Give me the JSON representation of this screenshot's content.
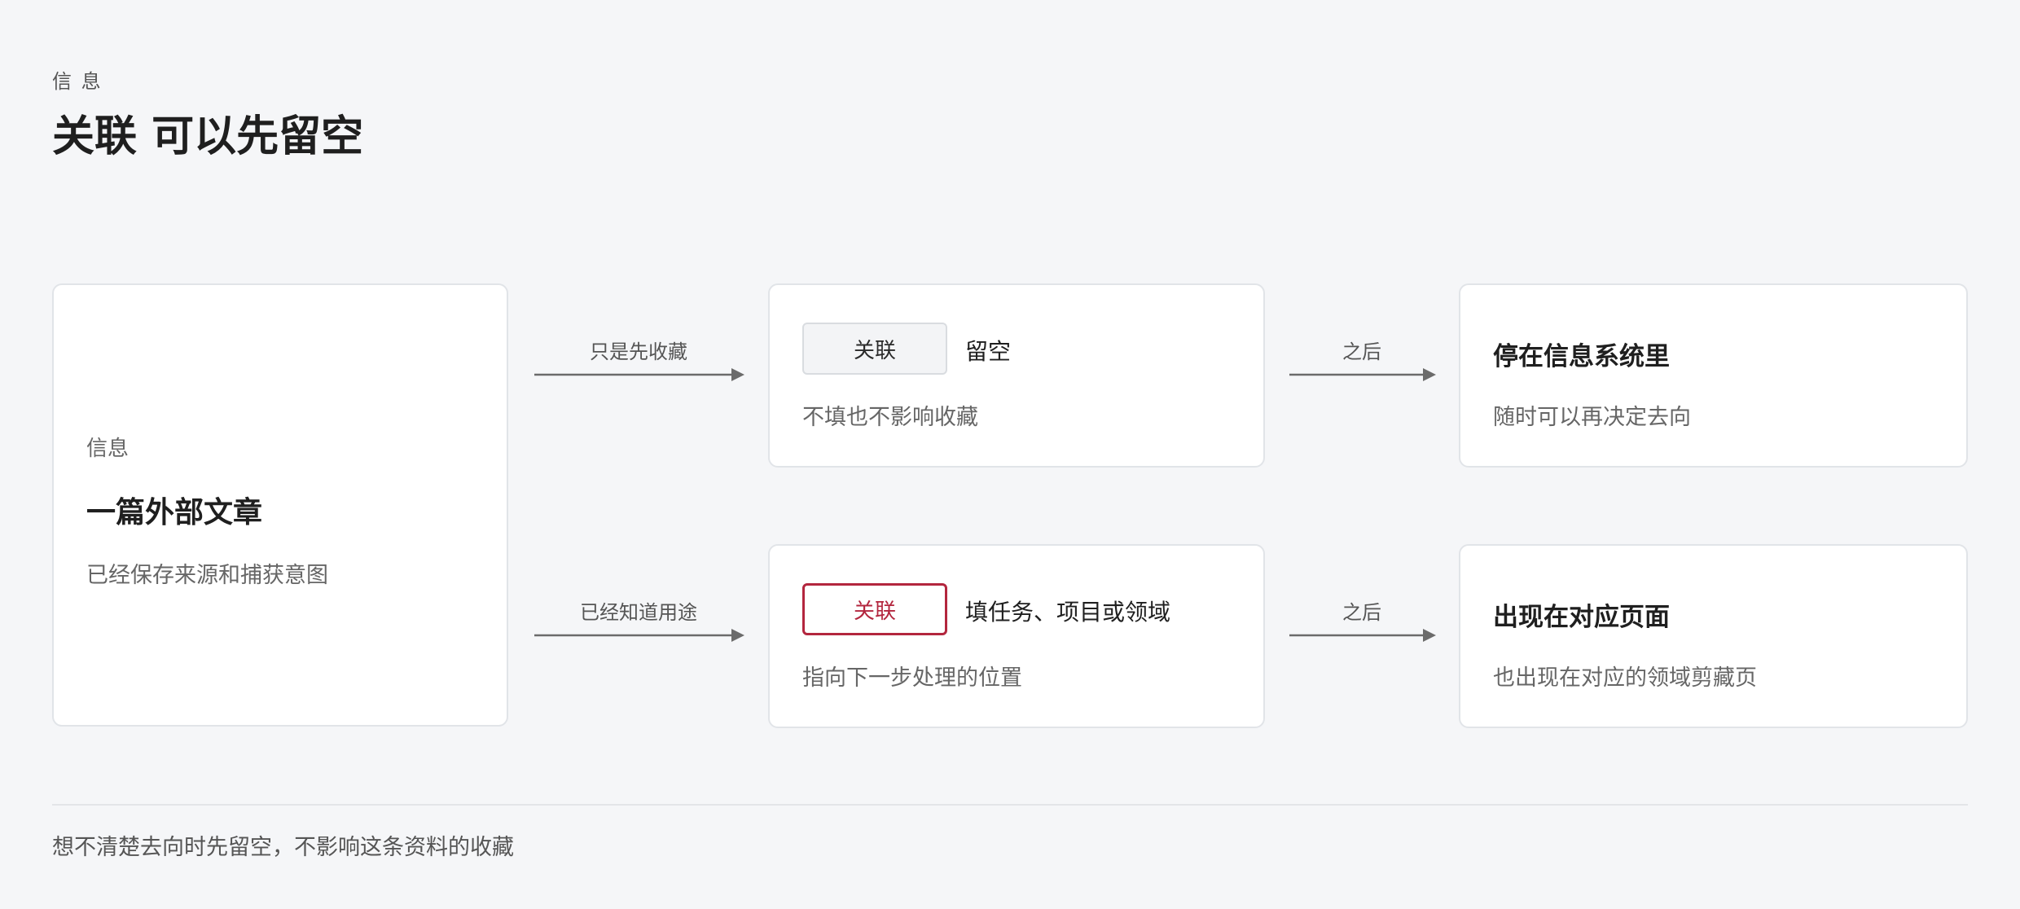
{
  "header": {
    "eyebrow": "信 息",
    "title": "关联 可以先留空"
  },
  "source": {
    "kicker": "信息",
    "heading": "一篇外部文章",
    "desc": "已经保存来源和捕获意图"
  },
  "paths": [
    {
      "arrow_in_label": "只是先收藏",
      "field_label": "关联",
      "field_state": "empty",
      "field_value": "留空",
      "field_desc": "不填也不影响收藏",
      "arrow_out_label": "之后",
      "result_heading": "停在信息系统里",
      "result_desc": "随时可以再决定去向"
    },
    {
      "arrow_in_label": "已经知道用途",
      "field_label": "关联",
      "field_state": "filled",
      "field_value": "填任务、项目或领域",
      "field_desc": "指向下一步处理的位置",
      "arrow_out_label": "之后",
      "result_heading": "出现在对应页面",
      "result_desc": "也出现在对应的领域剪藏页"
    }
  ],
  "footer": {
    "note": "想不清楚去向时先留空，不影响这条资料的收藏"
  },
  "colors": {
    "background": "#f5f6f8",
    "card": "#ffffff",
    "accent": "#b3263e",
    "arrow": "#6b6b6b"
  }
}
